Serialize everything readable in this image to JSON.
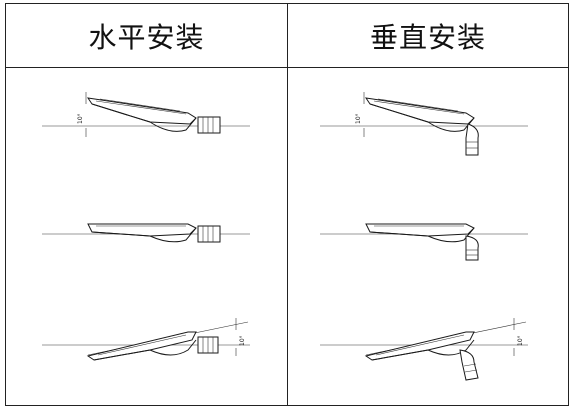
{
  "headers": {
    "horizontal": "水平安装",
    "vertical": "垂直安装"
  },
  "angle_label": "10°",
  "rows": [
    {
      "tilt": "up",
      "angle": 10
    },
    {
      "tilt": "level",
      "angle": 0
    },
    {
      "tilt": "down",
      "angle": -10
    }
  ]
}
